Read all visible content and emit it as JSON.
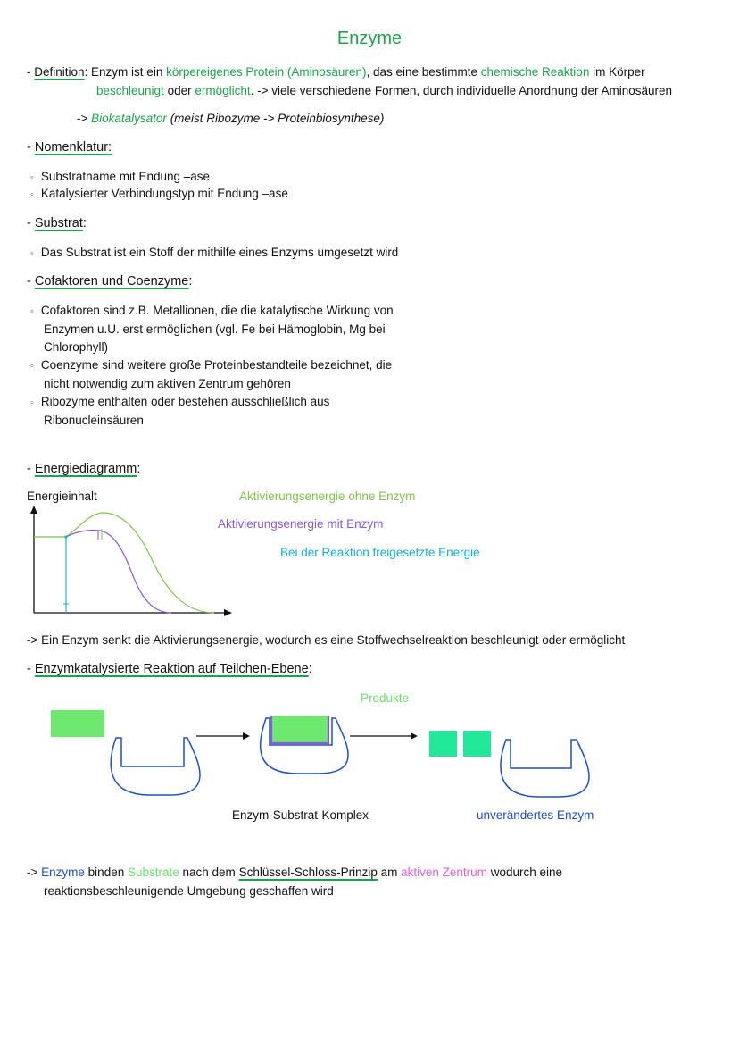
{
  "title": "Enzyme",
  "definition": {
    "dash": "- ",
    "label": "Definition",
    "colon": ": ",
    "l1_a": "Enzym ist ein ",
    "l1_b": "körpereigenes Protein (Aminosäuren)",
    "l1_c": ", das eine bestimmte ",
    "l1_d": "chemische Reaktion",
    "l1_e": " im Körper",
    "l2_a": "beschleunigt",
    "l2_b": " oder ",
    "l2_c": "ermöglicht",
    "l2_d": ". -> viele verschiedene Formen, durch individuelle Anordnung der Aminosäuren",
    "l3_a": "-> ",
    "l3_b": "Biokatalysator",
    "l3_c": " (meist Ribozyme -> Proteinbiosynthese)"
  },
  "nomenklatur": {
    "label": "Nomenklatur:",
    "items": [
      "Substratname mit Endung –ase",
      "Katalysierter Verbindungstyp mit Endung –ase"
    ]
  },
  "substrat": {
    "label": "Substrat",
    "colon": ":",
    "items": [
      "Das Substrat ist ein Stoff der mithilfe eines Enzyms umgesetzt wird"
    ]
  },
  "cofaktoren": {
    "label": "Cofaktoren und Coenzyme",
    "colon": ":",
    "items": [
      [
        "Cofaktoren sind z.B. Metallionen, die die katalytische Wirkung von",
        "Enzymen u.U. erst ermöglichen (vgl. Fe bei Hämoglobin, Mg bei",
        "Chlorophyll)"
      ],
      [
        "Coenzyme sind weitere große Proteinbestandteile bezeichnet, die",
        "nicht notwendig zum aktiven Zentrum gehören"
      ],
      [
        "Ribozyme enthalten oder bestehen ausschließlich aus",
        "Ribonucleinsäuren"
      ]
    ]
  },
  "energie": {
    "label": "Energiediagramm",
    "colon": ":",
    "ylabel": "Energieinhalt",
    "legend_green": "Aktivierungsenergie ohne Enzym",
    "legend_purple": "Aktivierungsenergie mit Enzym",
    "legend_cyan": "Bei der Reaktion freigesetzte Energie",
    "colors": {
      "green": "#7cc24a",
      "purple": "#8a5ad6",
      "cyan": "#1aaad8"
    }
  },
  "conclusion1": "-> Ein Enzym senkt die Aktivierungsenergie, wodurch es eine Stoffwechselreaktion beschleunigt oder ermöglicht",
  "teilchen": {
    "label": "Enzymkatalysierte Reaktion auf Teilchen-Ebene",
    "colon": ":",
    "produkte": "Produkte",
    "komplex": "Enzym-Substrat-Komplex",
    "unveraendert": "unverändertes Enzym",
    "colors": {
      "substrate": "#6ee86e",
      "product": "#22e89a",
      "enzyme": "#1e4fc8",
      "site": "#8a5ad6"
    }
  },
  "conclusion2": {
    "a": "-> ",
    "b": "Enzyme",
    "c": " binden ",
    "d": "Substrate",
    "e": " nach dem ",
    "f": "Schlüssel-Schloss-Prinzip",
    "g": " am ",
    "h": "aktiven Zentrum",
    "i": " wodurch eine",
    "line2": "reaktionsbeschleunigende Umgebung geschaffen wird"
  }
}
